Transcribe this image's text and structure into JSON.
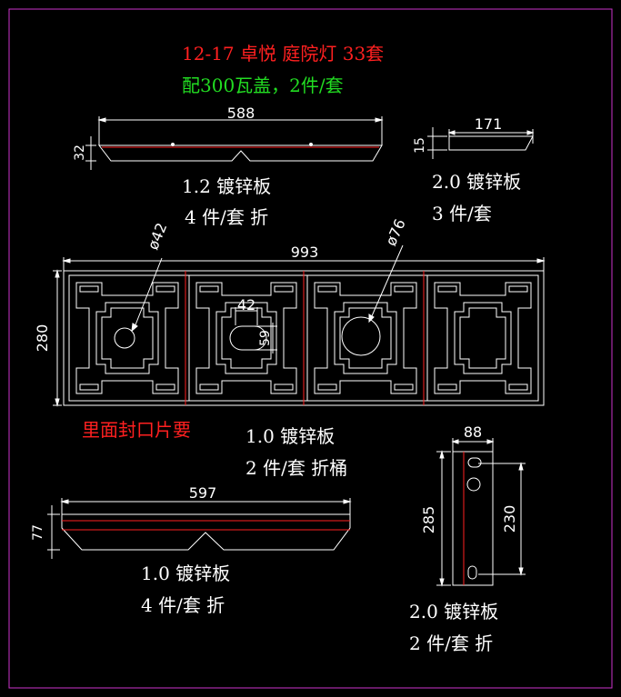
{
  "header": {
    "line1": "12-17 卓悦 庭院灯 33套",
    "line2": "配300瓦盖，2件/套"
  },
  "parts": {
    "strip1": {
      "length": "588",
      "height": "32",
      "material": "1.2 镀锌板",
      "qty": "4 件/套 折"
    },
    "strip2": {
      "length": "171",
      "height": "15",
      "material": "2.0 镀锌板",
      "qty": "3 件/套"
    },
    "panel": {
      "width": "993",
      "height": "280",
      "hole1": "ø42",
      "hole2": "ø76",
      "slot_w": "42",
      "slot_h": "59",
      "note": "里面封口片要",
      "material": "1.0 镀锌板",
      "qty": "2 件/套 折桶"
    },
    "strip3": {
      "length": "597",
      "height": "77",
      "material": "1.0 镀锌板",
      "qty": "4 件/套 折"
    },
    "bracket": {
      "width": "88",
      "height": "285",
      "inner": "230",
      "material": "2.0 镀锌板",
      "qty": "2 件/套 折"
    }
  },
  "colors": {
    "background": "#000000",
    "line": "#ffffff",
    "accent_red": "#ff2020",
    "accent_green": "#22dd22",
    "frame": "#cc33cc"
  }
}
